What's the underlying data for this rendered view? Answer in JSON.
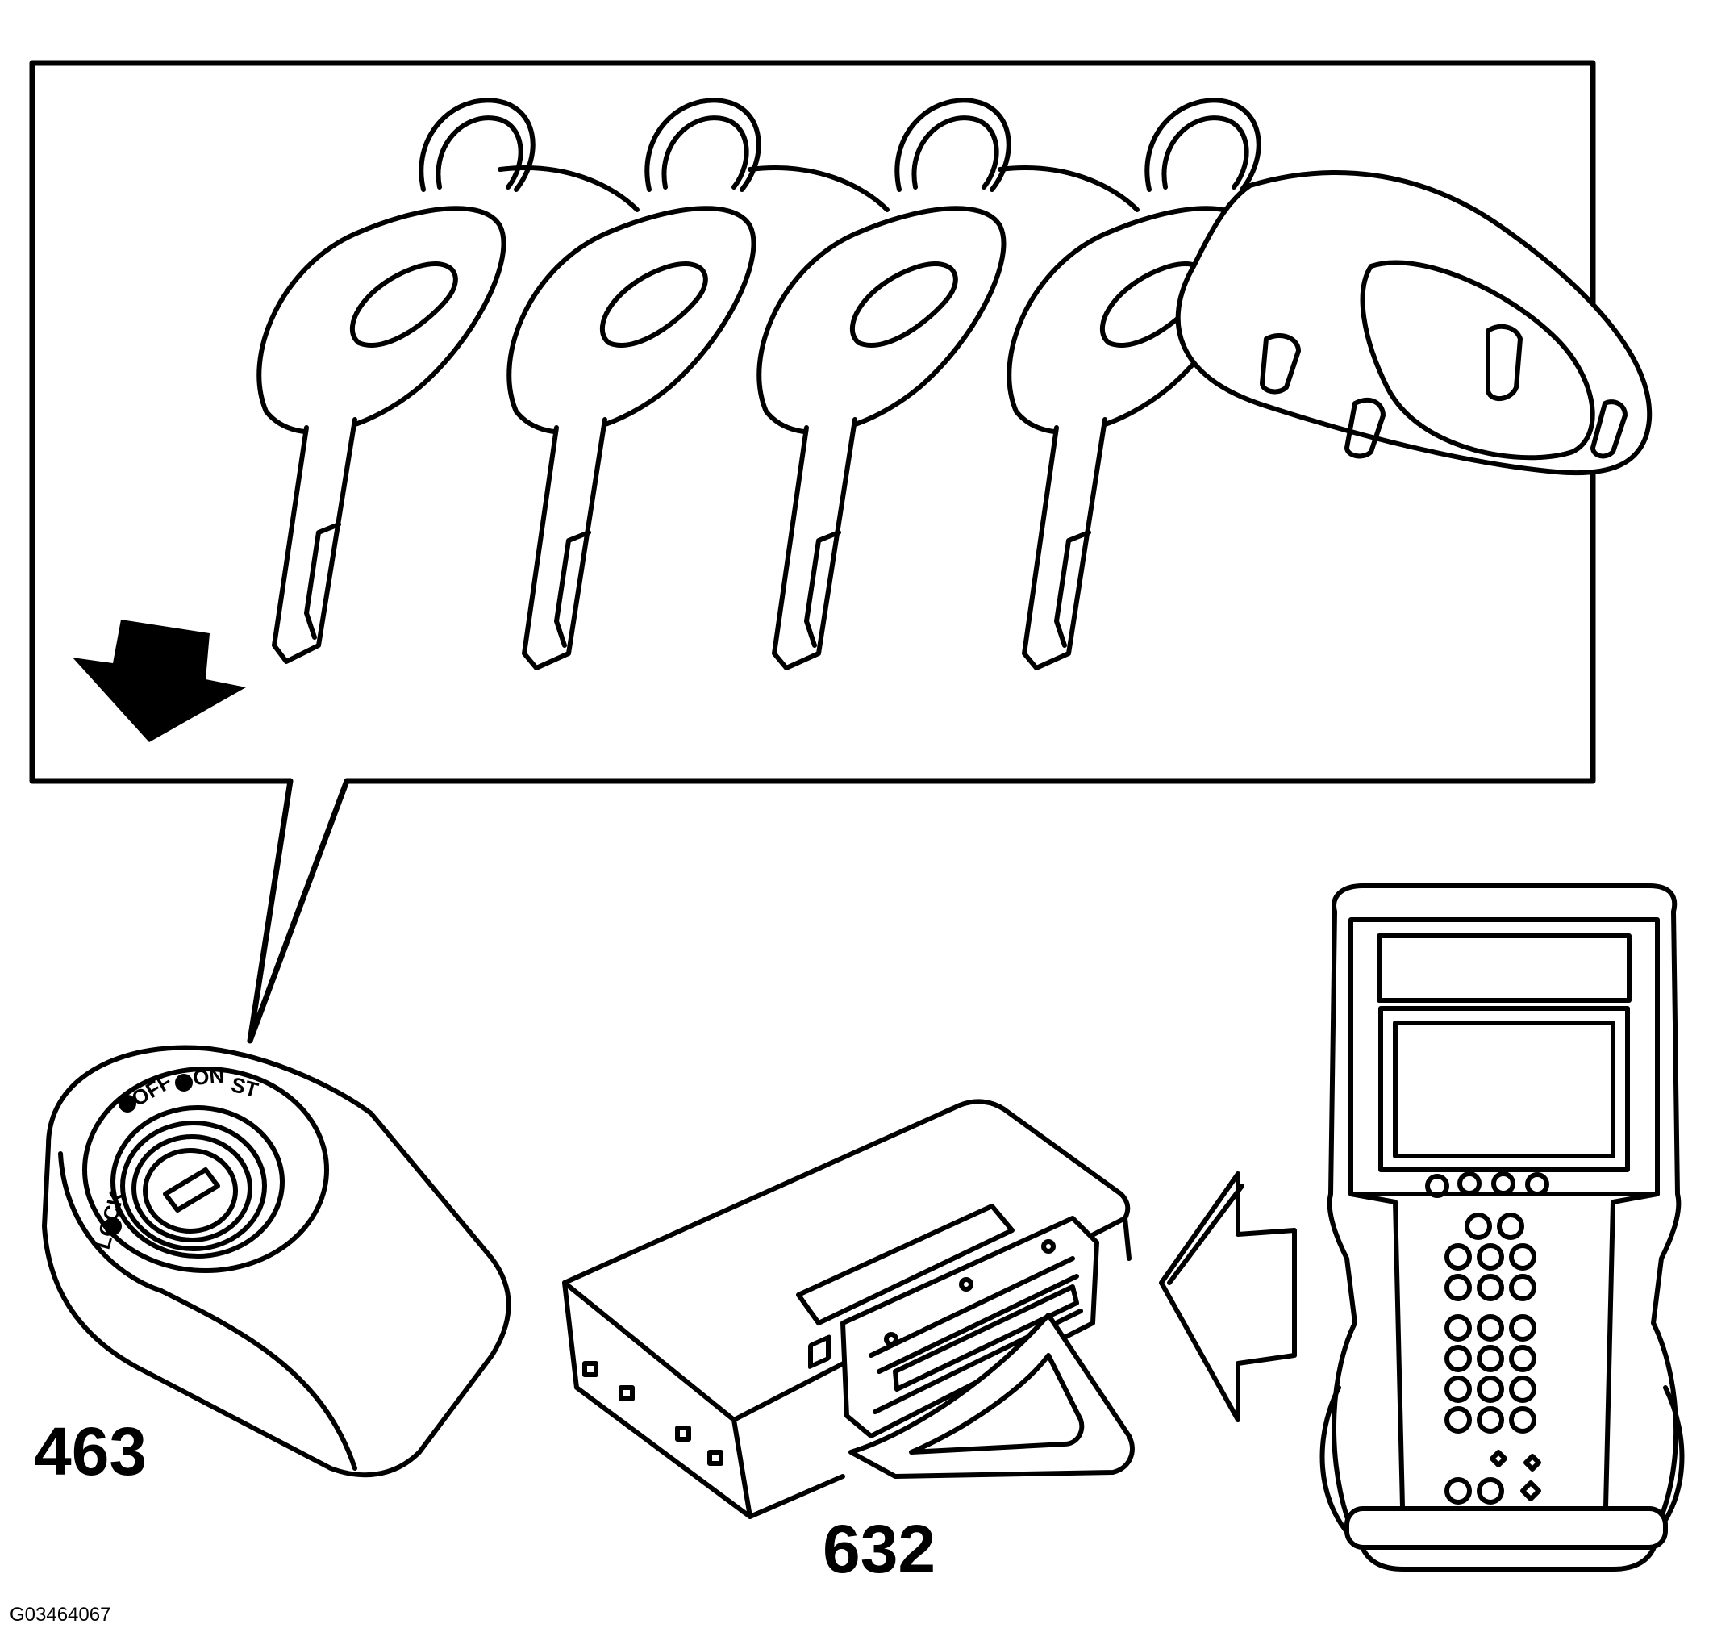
{
  "figure": {
    "code": "G03464067",
    "callouts": [
      {
        "id": "ignition-switch",
        "number": "463"
      },
      {
        "id": "control-module",
        "number": "632"
      }
    ],
    "ignition_positions": [
      "LOCK",
      "OFF",
      "ON",
      "ST"
    ],
    "colors": {
      "line": "#000000",
      "background": "#ffffff"
    }
  }
}
